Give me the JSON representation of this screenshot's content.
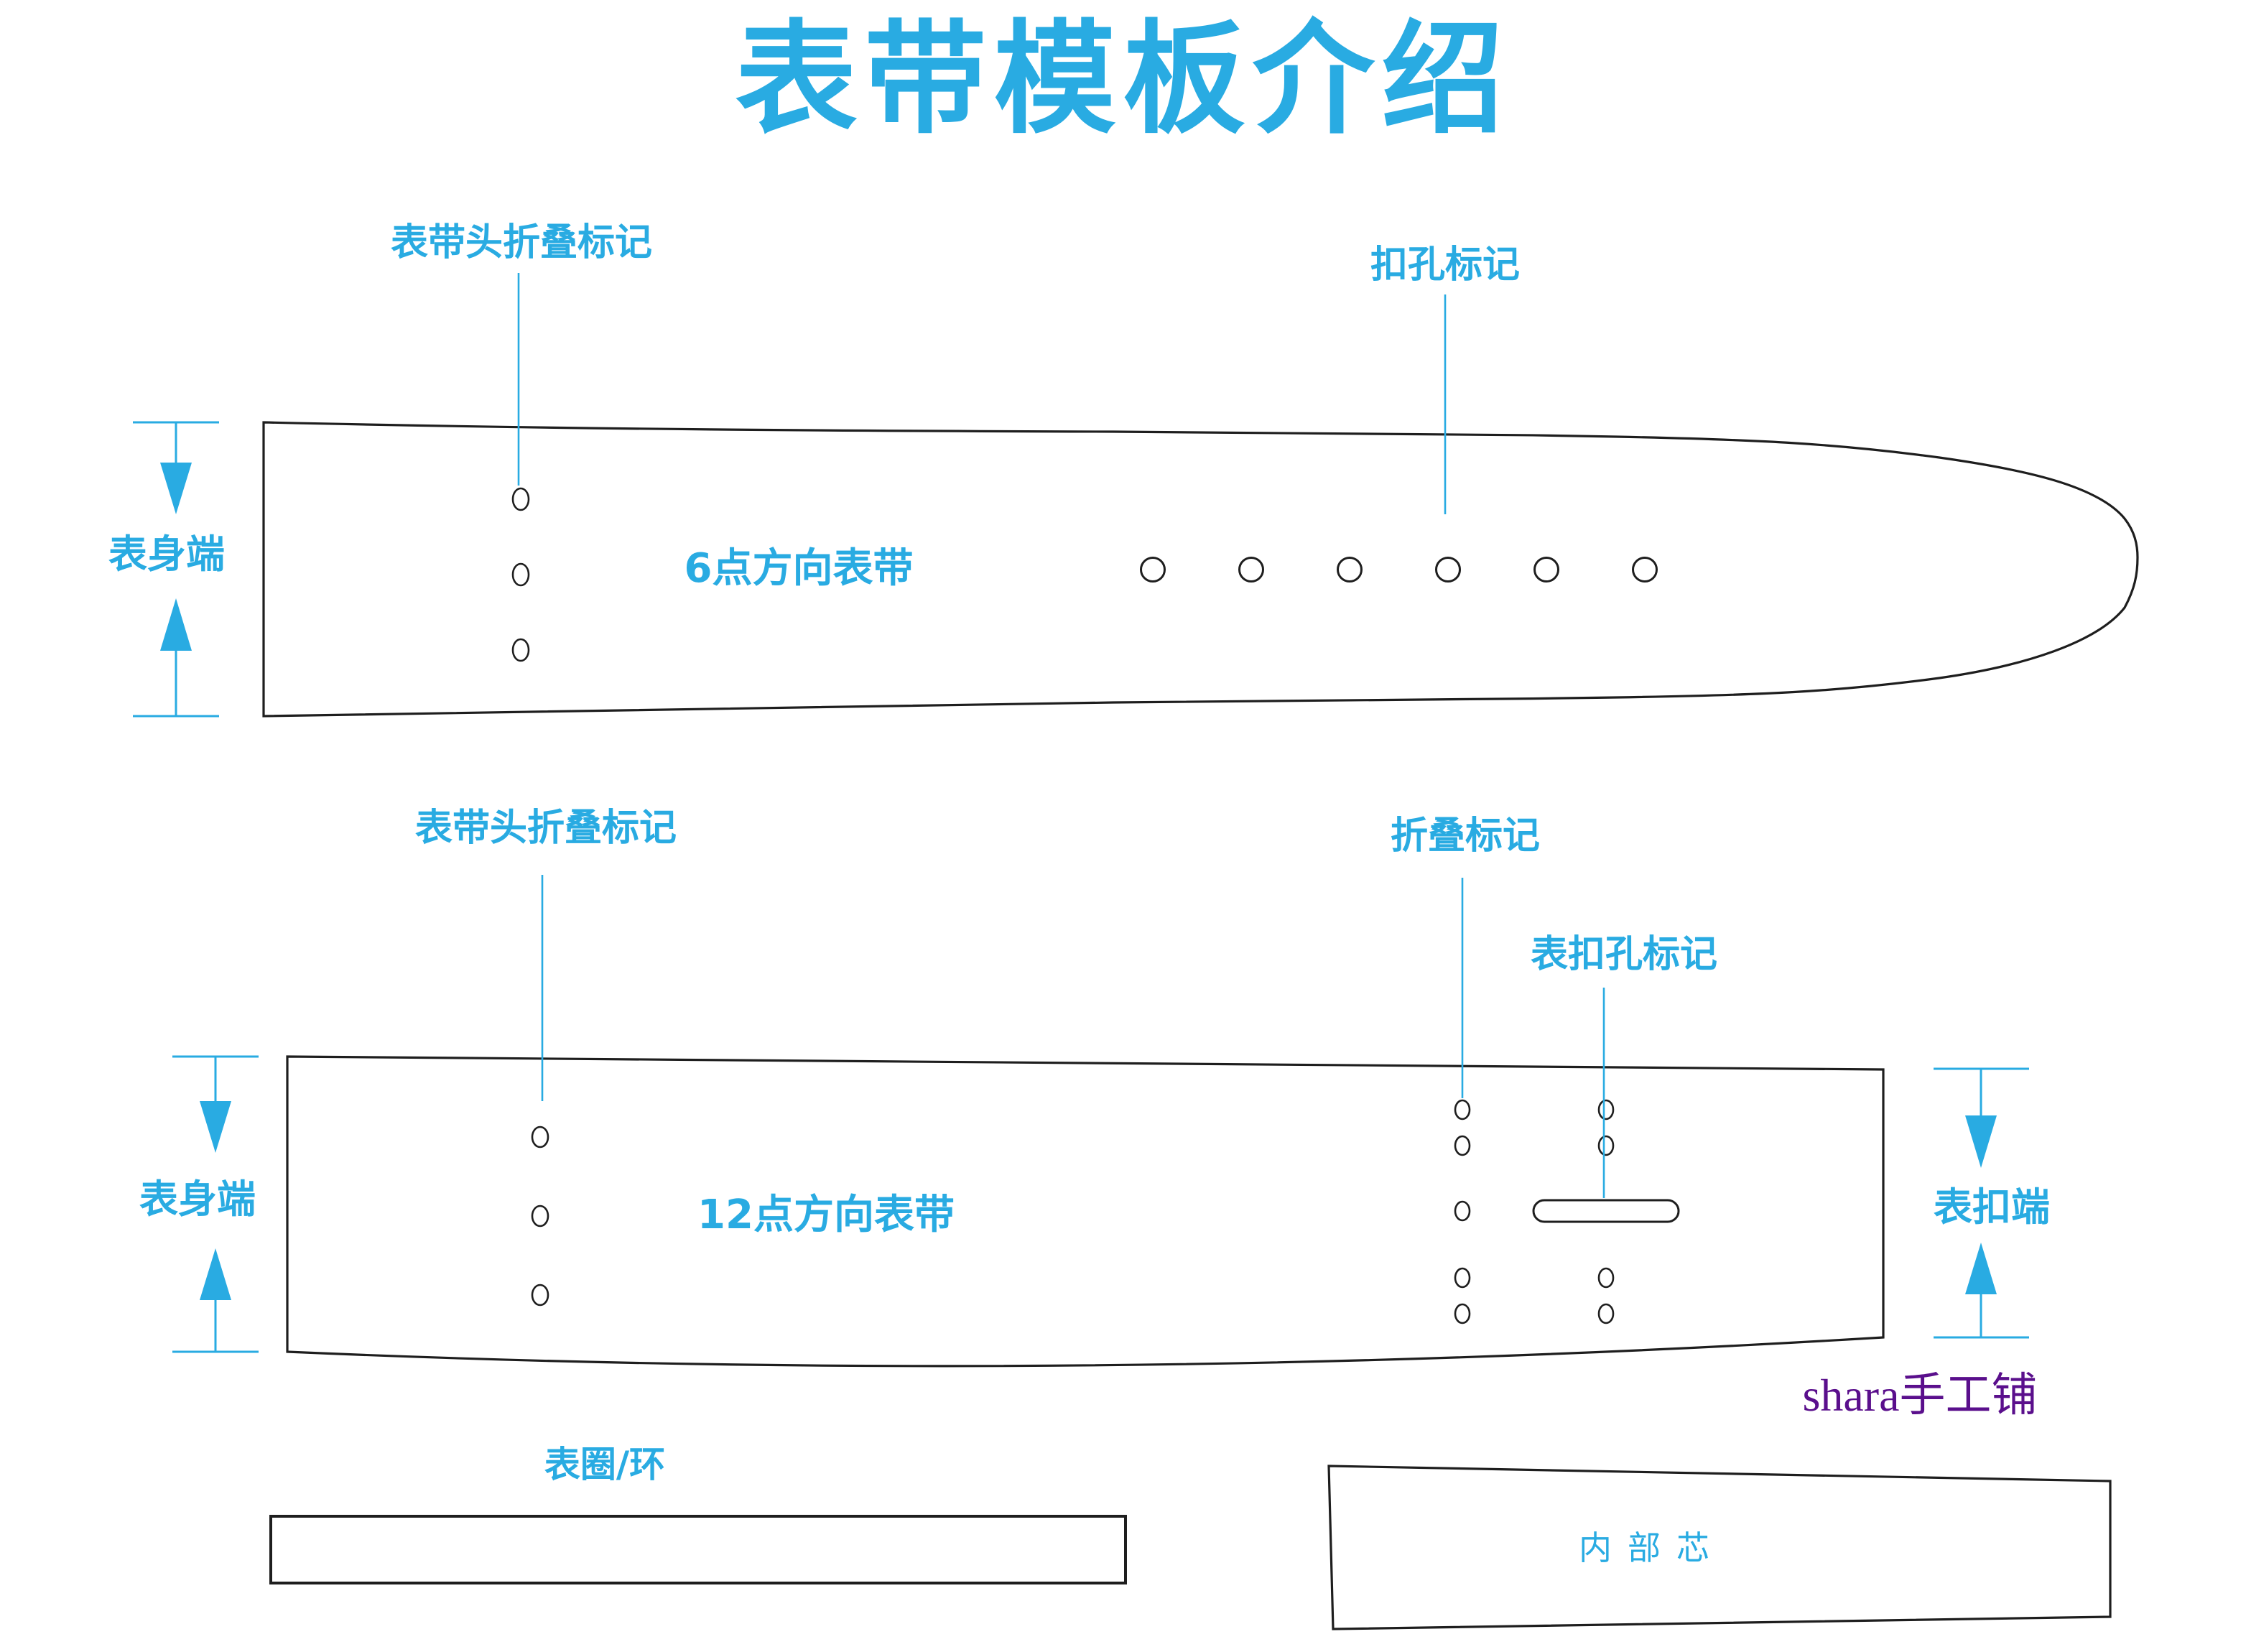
{
  "title": "表带模板介绍",
  "colors": {
    "accent": "#29ABE2",
    "outline": "#1E1E1E",
    "brand": "#5A0F8C"
  },
  "strap6": {
    "name": "6点方向表带",
    "label_head_fold": "表带头折叠标记",
    "label_buckle_holes": "扣孔标记",
    "label_body_end": "表身端"
  },
  "strap12": {
    "name": "12点方向表带",
    "label_head_fold": "表带头折叠标记",
    "label_fold": "折叠标记",
    "label_buckle_hole": "表扣孔标记",
    "label_body_end": "表身端",
    "label_buckle_end": "表扣端"
  },
  "loop": {
    "label": "表圈/环"
  },
  "core": {
    "label": "内部芯"
  },
  "brand": {
    "label": "shara手工铺"
  }
}
